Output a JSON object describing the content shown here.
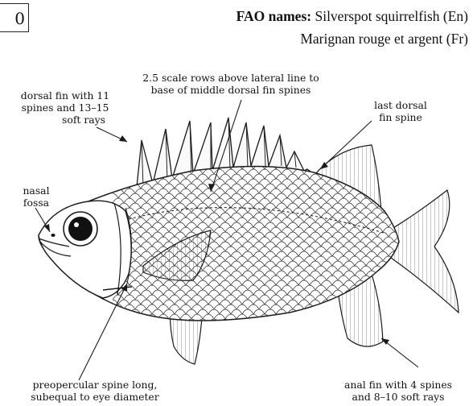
{
  "page_number": "0",
  "fao_names": {
    "label": "FAO names:",
    "english": "Silverspot squirrelfish (En)",
    "french": "Marignan rouge et argent (Fr)"
  },
  "annotations": {
    "dorsal_fin": [
      "dorsal fin with 11",
      "spines and  13–15",
      "soft rays"
    ],
    "scale_rows": [
      "2.5 scale rows above lateral line to",
      "base of middle dorsal fin spines"
    ],
    "last_dorsal_spine": [
      "last dorsal",
      "fin spine"
    ],
    "nasal_fossa": [
      "nasal",
      "fossa"
    ],
    "preopercular_spine": [
      "preopercular spine long,",
      "subequal to eye diameter"
    ],
    "anal_fin": [
      "anal fin with  4 spines",
      "and  8–10 soft rays"
    ]
  },
  "colors": {
    "ink": "#1a1a1a",
    "background": "#ffffff"
  }
}
